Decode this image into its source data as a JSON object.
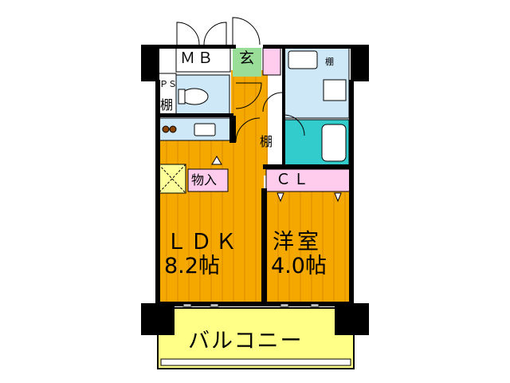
{
  "rooms": {
    "mb": {
      "label": "ＭＢ"
    },
    "genkan": {
      "label": "玄"
    },
    "ps": {
      "label": "ＰＳ"
    },
    "shelf_toilet": {
      "label": "棚"
    },
    "shelf_wash": {
      "label": "棚"
    },
    "shelf_hall": {
      "label": "棚"
    },
    "storage": {
      "label": "物入"
    },
    "closet": {
      "label": "ＣＬ"
    },
    "ldk": {
      "label": "ＬＤＫ",
      "size": "8.2帖"
    },
    "western": {
      "label": "洋室",
      "size": "4.0帖"
    },
    "balcony": {
      "label": "バルコニー"
    }
  },
  "colors": {
    "wall": "#000000",
    "flooring": "#f5a800",
    "flooring_line": "#d88b00",
    "wet_area": "#cfe8f8",
    "bath": "#33cccc",
    "entrance": "#99dd99",
    "storage": "#ffccee",
    "balcony": "#ffff88",
    "misc": "#ffff99"
  }
}
